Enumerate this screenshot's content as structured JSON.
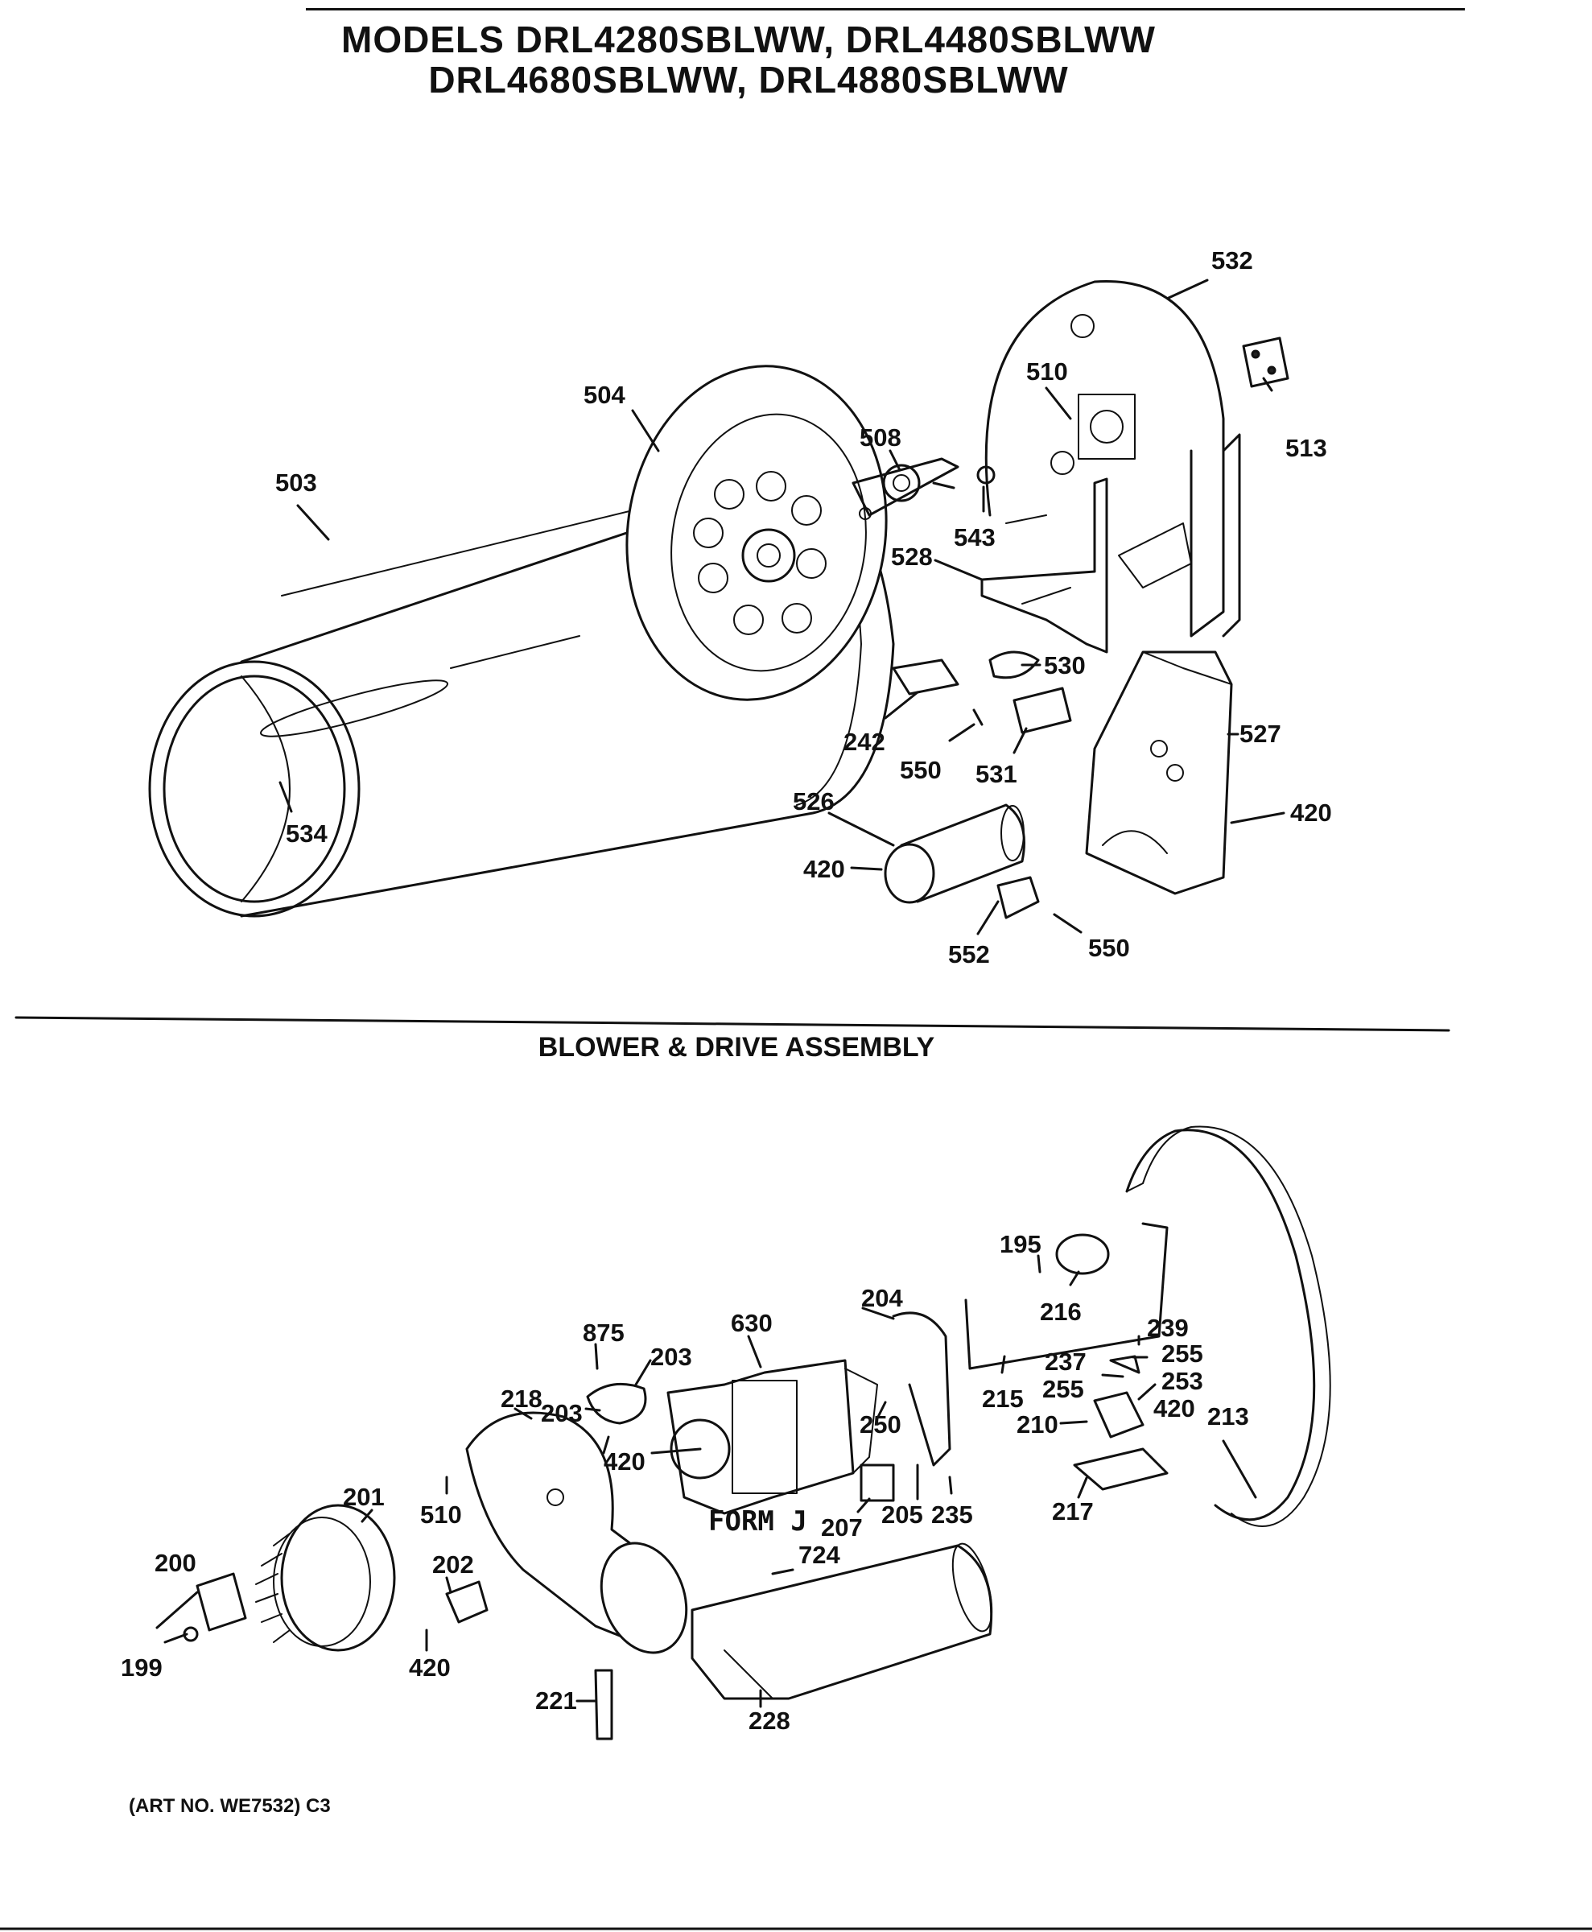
{
  "header": {
    "title_line1": "MODELS DRL4280SBLWW, DRL4480SBLWW",
    "title_line2": "DRL4680SBLWW, DRL4880SBLWW"
  },
  "sections": {
    "blower_drive": "BLOWER & DRIVE ASSEMBLY"
  },
  "callouts_drum": {
    "c532": "532",
    "c510": "510",
    "c513": "513",
    "c504": "504",
    "c508": "508",
    "c503": "503",
    "c543": "543",
    "c528": "528",
    "c530": "530",
    "c527": "527",
    "c242": "242",
    "c550a": "550",
    "c531": "531",
    "c526": "526",
    "c420a": "420",
    "c420b": "420",
    "c534": "534",
    "c552": "552",
    "c550b": "550"
  },
  "callouts_blower": {
    "c195": "195",
    "c216": "216",
    "c239": "239",
    "c255a": "255",
    "c237": "237",
    "c253": "253",
    "c255b": "255",
    "c204": "204",
    "c630": "630",
    "c875": "875",
    "c203a": "203",
    "c203b": "203",
    "c218": "218",
    "c215": "215",
    "c210": "210",
    "c420c": "420",
    "c213": "213",
    "c250": "250",
    "c420d": "420",
    "c201": "201",
    "c510b": "510",
    "c207": "207",
    "c205": "205",
    "c235": "235",
    "c217": "217",
    "c724": "724",
    "c200": "200",
    "c202": "202",
    "c199": "199",
    "c420e": "420",
    "c221": "221",
    "c228": "228"
  },
  "form_label": "FORM J",
  "footer": {
    "art_no": "(ART NO. WE7532) C3"
  }
}
